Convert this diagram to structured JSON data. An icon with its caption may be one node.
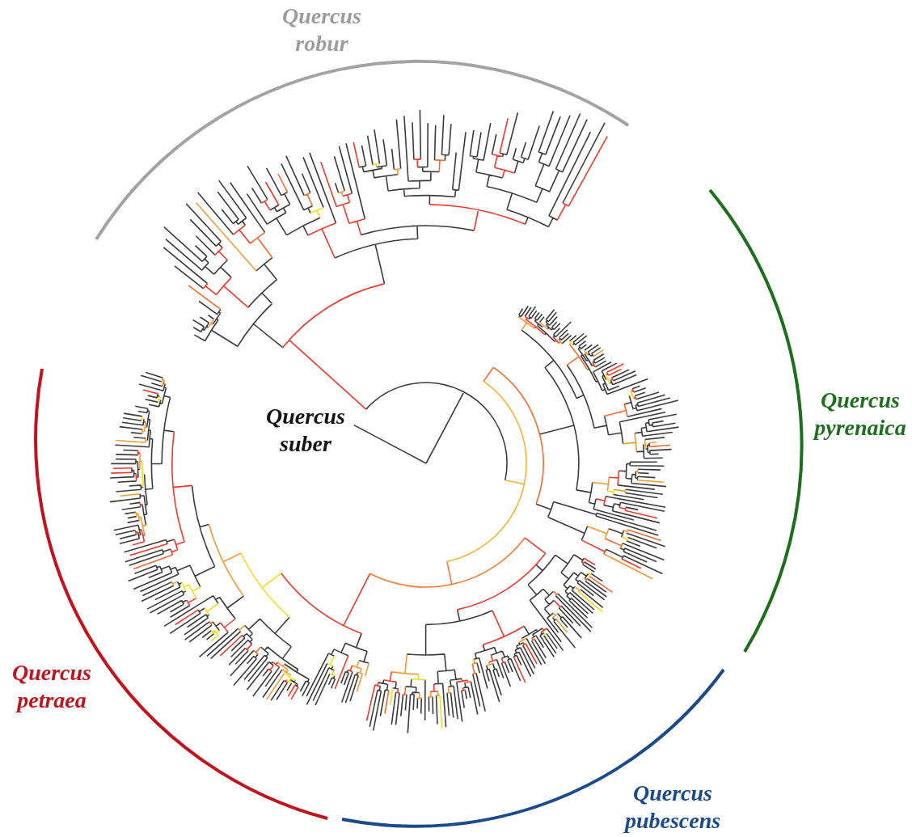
{
  "diagram": {
    "labels": [
      "Quercus robur",
      "Quercus suber",
      "Quercus pyrenaica",
      "Quercus petraea",
      "Quercus pubescens"
    ]
  }
}
